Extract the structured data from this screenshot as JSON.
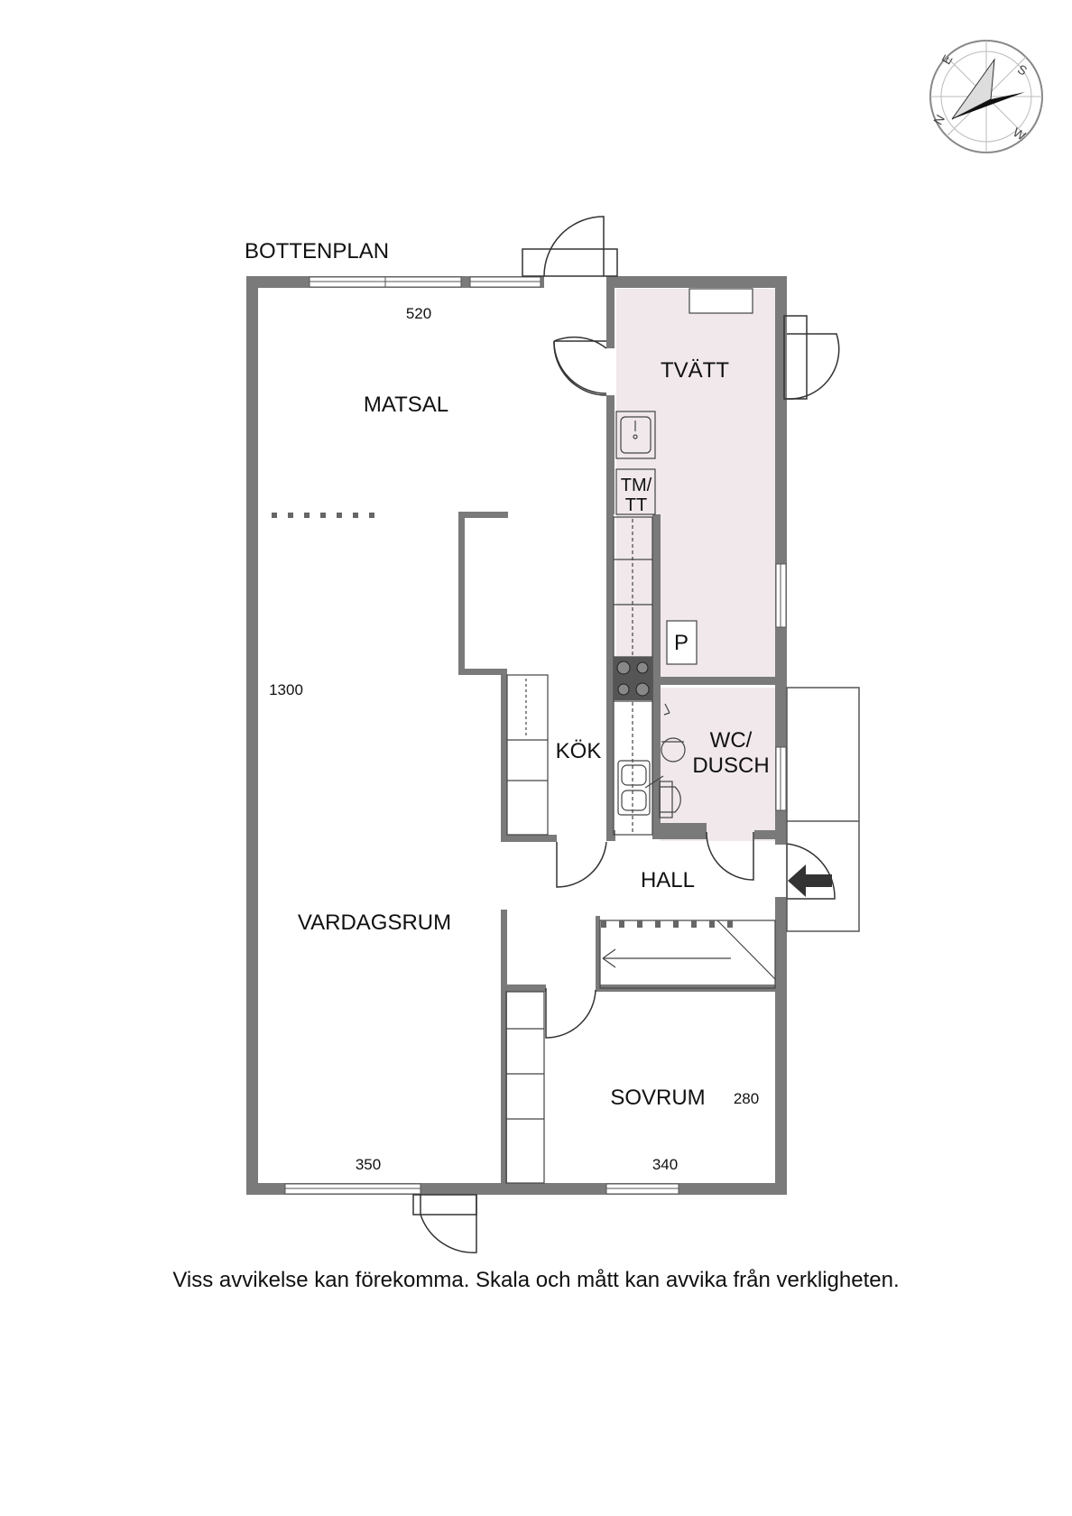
{
  "plan": {
    "title": "BOTTENPLAN",
    "rooms": {
      "matsal": "MATSAL",
      "tvatt": "TVÄTT",
      "tm_tt_line1": "TM/",
      "tm_tt_line2": "TT",
      "kok": "KÖK",
      "wc_line1": "WC/",
      "wc_line2": "DUSCH",
      "hall": "HALL",
      "vardagsrum": "VARDAGSRUM",
      "sovrum": "SOVRUM",
      "p": "P"
    },
    "dimensions": {
      "top": "520",
      "left": "1300",
      "bottom_left": "350",
      "bottom_right": "340",
      "sovrum_side": "280"
    },
    "compass": {
      "n": "N",
      "e": "E",
      "s": "S",
      "w": "W"
    },
    "colors": {
      "wall": "#7a7a7a",
      "wet_room": "#f0e8ea",
      "line": "#444444"
    }
  },
  "disclaimer": "Viss avvikelse kan förekomma. Skala och mått kan avvika från verkligheten."
}
